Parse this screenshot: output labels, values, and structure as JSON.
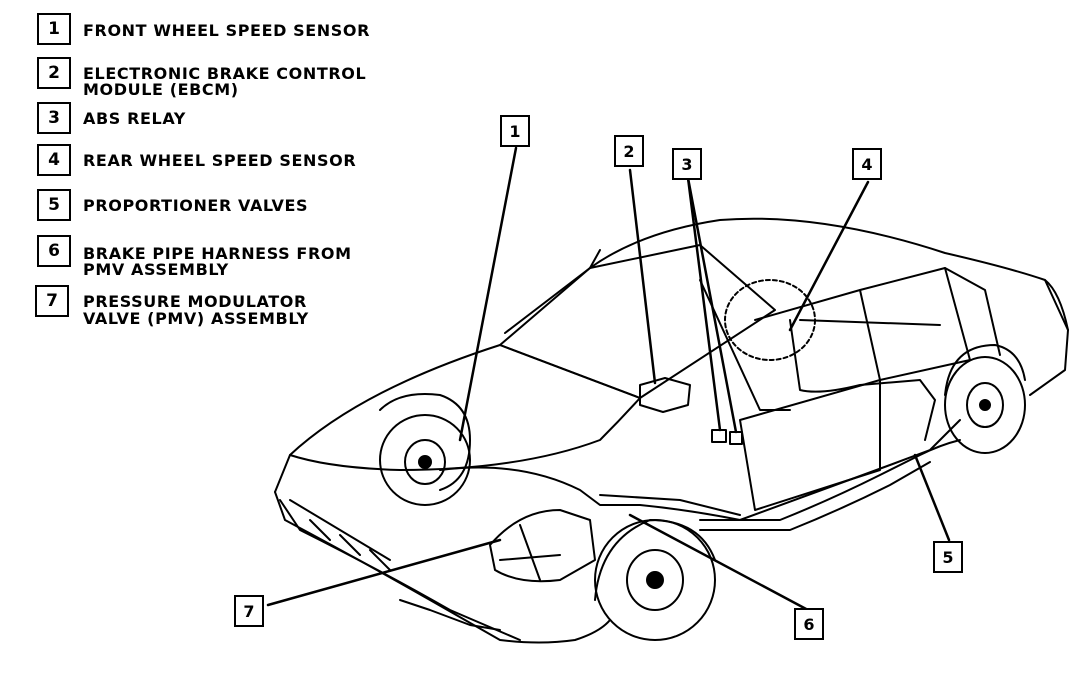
{
  "legend": [
    {
      "num": "1",
      "line1": "FRONT WHEEL SPEED SENSOR",
      "line2": ""
    },
    {
      "num": "2",
      "line1": "ELECTRONIC BRAKE CONTROL",
      "line2": "MODULE (EBCM)"
    },
    {
      "num": "3",
      "line1": "ABS RELAY",
      "line2": ""
    },
    {
      "num": "4",
      "line1": "REAR WHEEL SPEED SENSOR",
      "line2": ""
    },
    {
      "num": "5",
      "line1": "PROPORTIONER VALVES",
      "line2": ""
    },
    {
      "num": "6",
      "line1": "BRAKE PIPE HARNESS FROM",
      "line2": "PMV ASSEMBLY"
    },
    {
      "num": "7",
      "line1": "PRESSURE MODULATOR",
      "line2": "VALVE (PMV) ASSEMBLY"
    }
  ],
  "callouts": [
    "1",
    "2",
    "3",
    "4",
    "5",
    "6",
    "7"
  ]
}
